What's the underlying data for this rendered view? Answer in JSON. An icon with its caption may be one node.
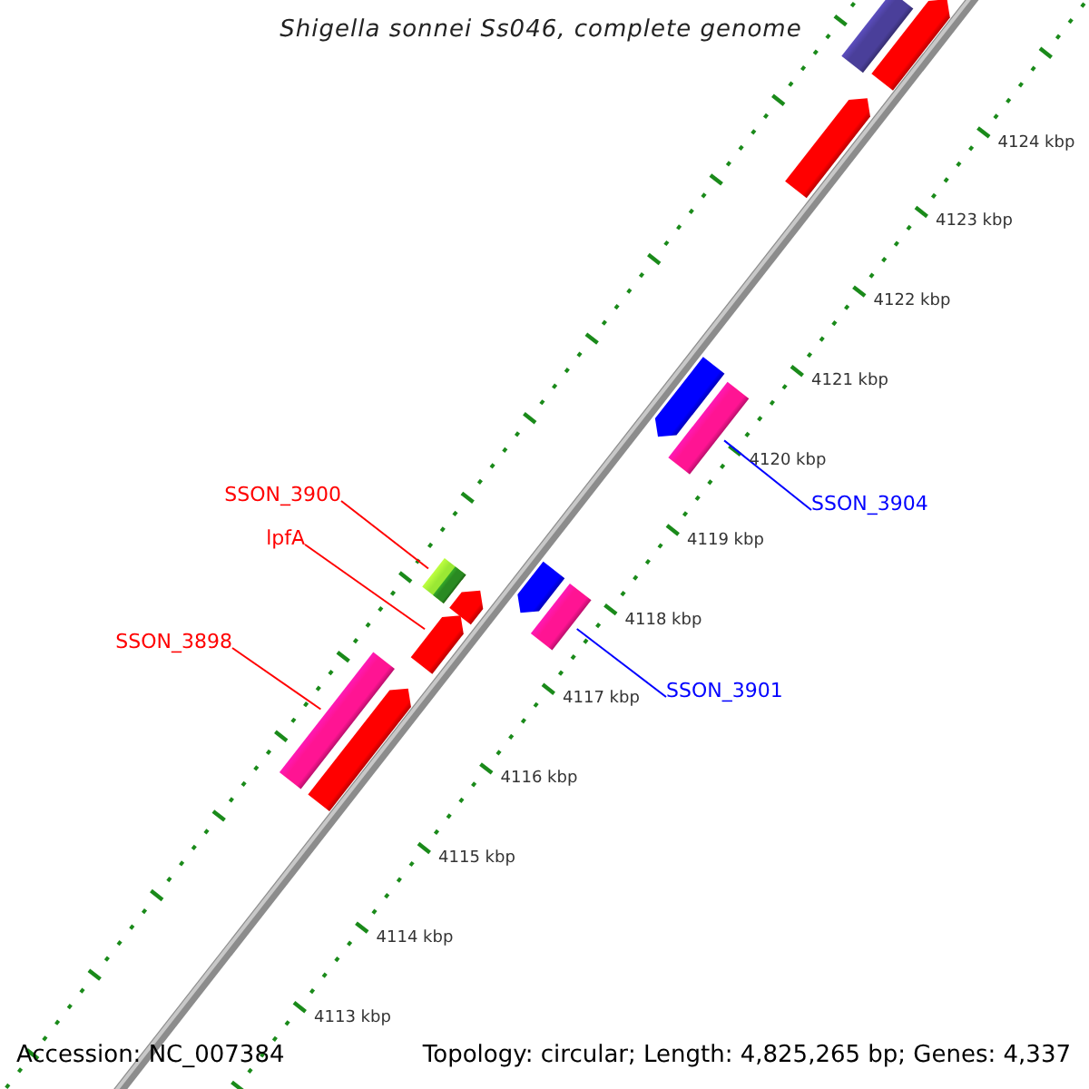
{
  "diagram": {
    "title": "Shigella sonnei Ss046, complete genome",
    "nodes": [
      {
        "text": [
          "SSON_3900"
        ]
      },
      {
        "text": [
          "lpfA"
        ]
      },
      {
        "text": [
          "SSON_3904"
        ]
      },
      {
        "text": [
          "SSON_3898"
        ]
      },
      {
        "text": [
          "SSON_3901"
        ]
      },
      {
        "text": [],
        "shape": "bar"
      },
      {
        "text": [],
        "shape": "pentagon"
      },
      {
        "text": [],
        "shape": "pentagon"
      },
      {
        "text": [],
        "shape": "pentagon"
      },
      {
        "text": [],
        "shape": "bar"
      },
      {
        "text": [],
        "shape": "box"
      },
      {
        "text": [],
        "shape": "pentagon"
      },
      {
        "text": [],
        "shape": "pentagon"
      },
      {
        "text": [],
        "shape": "bar"
      },
      {
        "text": [],
        "shape": "pentagon"
      },
      {
        "text": [],
        "shape": "bar"
      },
      {
        "text": [],
        "shape": "pentagon"
      }
    ],
    "edges": [
      {
        "from": 0,
        "to": 10,
        "arrow": "none"
      },
      {
        "from": 1,
        "to": 14,
        "arrow": "none"
      },
      {
        "from": 2,
        "to": 9,
        "arrow": "none",
        "color": "#0000ff"
      },
      {
        "from": 3,
        "to": 15,
        "arrow": "none"
      },
      {
        "from": 4,
        "to": 13,
        "arrow": "none",
        "color": "#0000ff"
      }
    ],
    "labels": [
      "4124 kbp",
      "4123 kbp",
      "4122 kbp",
      "4121 kbp",
      "4120 kbp",
      "4119 kbp",
      "4118 kbp",
      "4117 kbp",
      "4116 kbp",
      "4115 kbp",
      "4114 kbp",
      "4113 kbp",
      "Accession: NC_007384",
      "Topology: circular; Length: 4,825,265 bp; Genes: 4,337"
    ]
  }
}
